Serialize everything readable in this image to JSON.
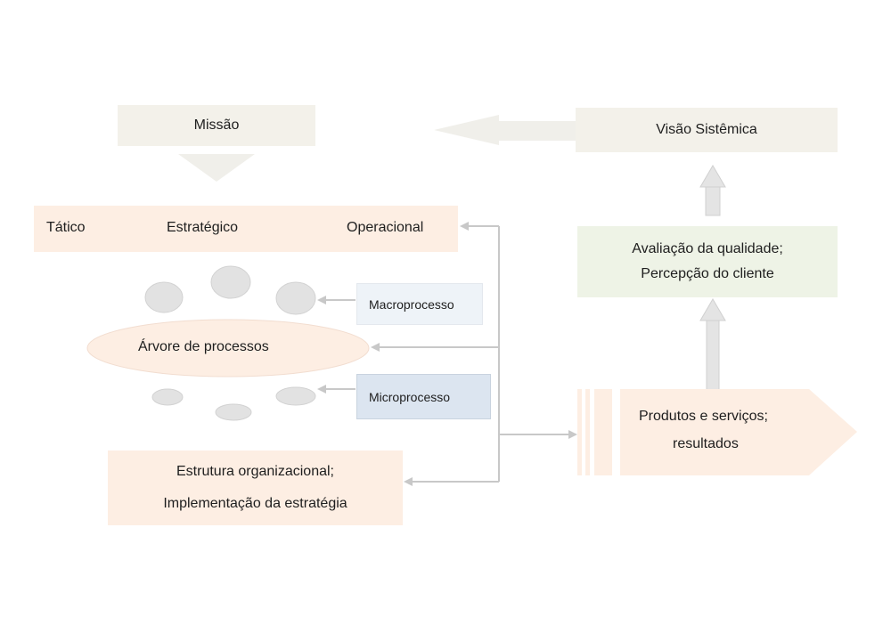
{
  "mission": "Missão",
  "systemic_vision": "Visão Sistêmica",
  "levels": {
    "tactical": "Tático",
    "strategic": "Estratégico",
    "operational": "Operacional"
  },
  "quality": {
    "line1": "Avaliação da qualidade;",
    "line2": "Percepção do cliente"
  },
  "macroprocess": "Macroprocesso",
  "process_tree": "Árvore de processos",
  "microprocess": "Microprocesso",
  "products": {
    "line1": "Produtos e serviços;",
    "line2": "resultados"
  },
  "structure": {
    "line1": "Estrutura organizacional;",
    "line2": "Implementação da estratégia"
  },
  "colors": {
    "peach": "#fdeee3",
    "beige_light": "#f3f1ea",
    "green_light": "#eef3e6",
    "blue_light": "#eef3f8",
    "blue_mid": "#dce5f0",
    "gray_ellipse": "#e2e2e2",
    "connector": "#c8c8c8"
  }
}
